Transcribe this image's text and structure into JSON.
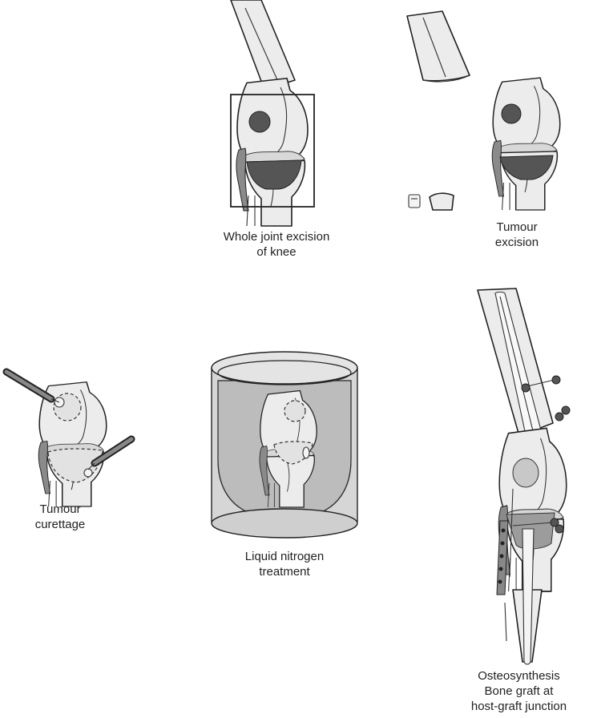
{
  "captions": {
    "whole_joint": [
      "Whole joint excision",
      "of knee"
    ],
    "tumour_excision": [
      "Tumour",
      "excision"
    ],
    "curettage": [
      "Tumour",
      "curettage"
    ],
    "liquid_nitrogen": [
      "Liquid nitrogen",
      "treatment"
    ],
    "osteosynthesis": [
      "Osteosynthesis",
      "Bone graft at",
      "host-graft junction"
    ]
  },
  "icons": {
    "knee": "knee-joint-icon",
    "tumour": "tumour-mass-icon",
    "fragment": "bone-fragment-icon",
    "curette": "curette-tool-icon",
    "container": "nitrogen-container-icon",
    "nail": "intramedullary-nail-icon"
  },
  "colors": {
    "tumour": "#555555",
    "bone": "#ececec",
    "nitrogen_fill": "#c4c4c4",
    "outline": "#222222"
  }
}
